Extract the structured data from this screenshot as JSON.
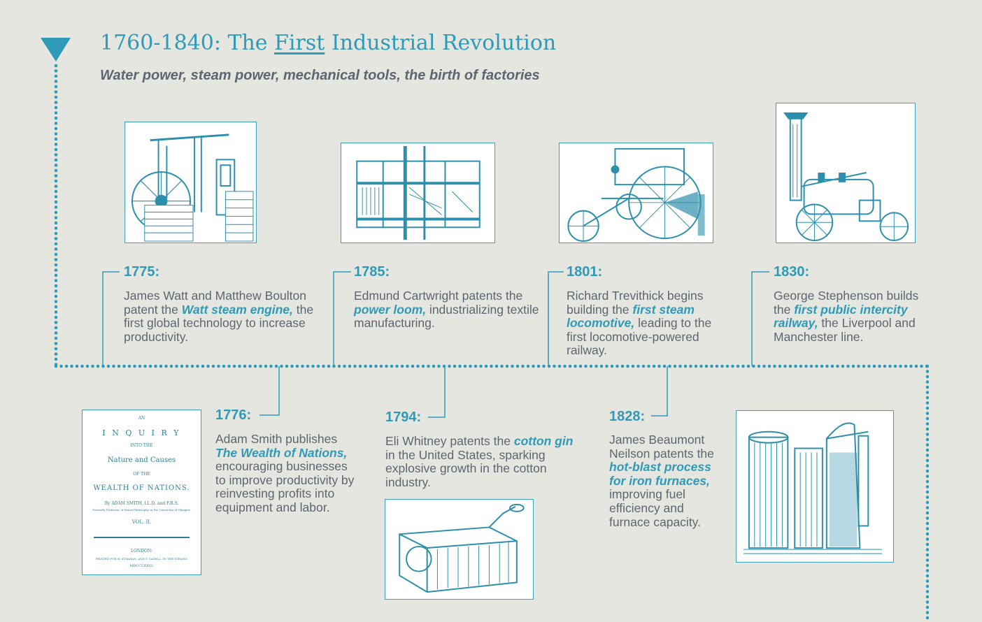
{
  "header": {
    "title_pre": "1760-1840: The ",
    "title_em": "First",
    "title_post": " Industrial Revolution",
    "subtitle": "Water power, steam power, mechanical tools, the birth of factories"
  },
  "colors": {
    "accent": "#2e9ab7",
    "text": "#5b6670",
    "background": "#e6e6e1"
  },
  "events": {
    "e1775": {
      "year": "1775:",
      "t1": "James Watt and Matthew Boulton patent the ",
      "h1": "Watt steam engine,",
      "t2": " the first global technology to increase productivity."
    },
    "e1785": {
      "year": "1785:",
      "t1": "Edmund Cartwright patents the ",
      "h1": "power loom,",
      "t2": " industrializing textile manufacturing."
    },
    "e1801": {
      "year": "1801:",
      "t1": "Richard Trevithick begins building the ",
      "h1": "first steam locomotive,",
      "t2": " leading to the first locomotive-powered railway."
    },
    "e1830": {
      "year": "1830:",
      "t1": "George Stephenson builds the ",
      "h1": "first public intercity railway,",
      "t2": " the Liverpool and Manchester line."
    },
    "e1776": {
      "year": "1776:",
      "t1": "Adam Smith publishes ",
      "h1": "The Wealth of Nations,",
      "t2": " encouraging businesses to improve productivity by reinvesting profits into equipment and labor."
    },
    "e1794": {
      "year": "1794:",
      "t1": "Eli Whitney patents the ",
      "h1": "cotton gin",
      "t2": " in the United States, sparking explosive growth in the cotton industry."
    },
    "e1828": {
      "year": "1828:",
      "t1": "James Beaumont Neilson patents the ",
      "h1": "hot-blast process for  iron furnaces,",
      "t2": " improving fuel efficiency and furnace capacity."
    }
  },
  "book": {
    "l1": "AN",
    "l2": "I N Q U I R Y",
    "l3": "INTO THE",
    "l4": "Nature and Causes",
    "l5": "OF THE",
    "l6": "WEALTH OF NATIONS.",
    "l7": "By ADAM SMITH, LL.D. and F.R.S.",
    "l8": "Formerly Professor of Moral Philosophy in the University of Glasgow.",
    "l9": "VOL. II.",
    "l10": "LONDON:",
    "l11": "PRINTED FOR W. STRAHAN; AND T. CADELL, IN THE STRAND.",
    "l12": "MDCCLXXVI."
  }
}
